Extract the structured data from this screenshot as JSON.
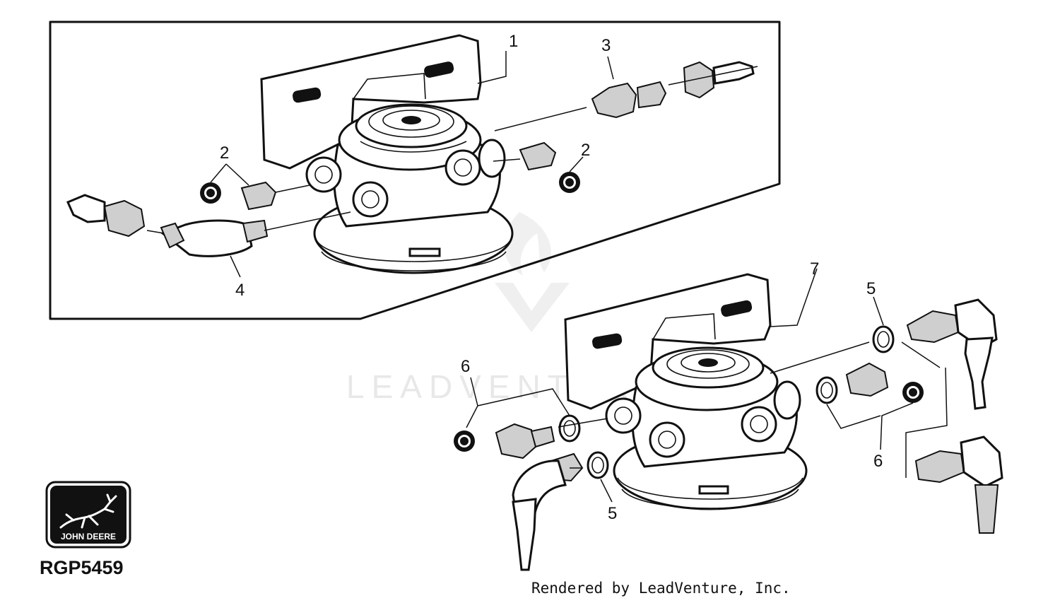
{
  "callouts": {
    "c1": "1",
    "c2a": "2",
    "c2b": "2",
    "c3": "3",
    "c4": "4",
    "c5a": "5",
    "c5b": "5",
    "c6a": "6",
    "c6b": "6",
    "c7": "7"
  },
  "watermark": "LEADVENTURE",
  "logo": {
    "brand": "JOHN DEERE"
  },
  "figure_id": "RGP5459",
  "footer": "Rendered by LeadVenture, Inc."
}
